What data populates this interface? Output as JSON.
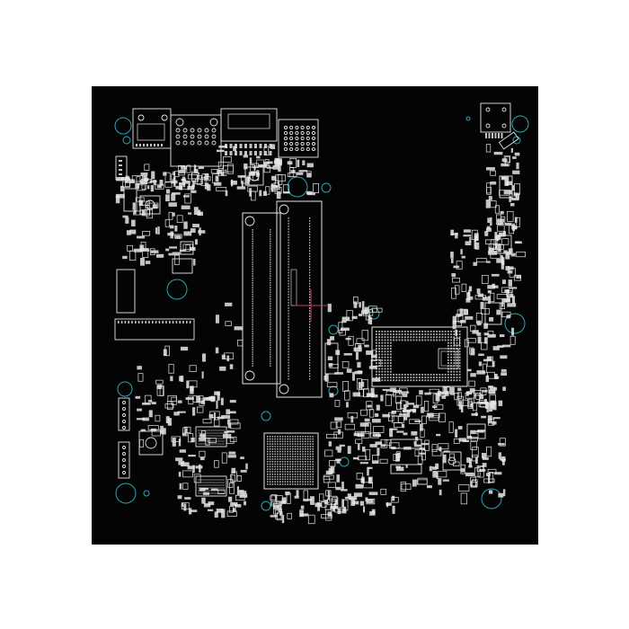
{
  "viewer": {
    "background_color": "#ffffff",
    "board_color": "#040404",
    "outline_color": "#e6e6e6",
    "hole_color": "#2aa6b4",
    "cursor_color": "#c0405a"
  },
  "board": {
    "components": [
      "usb-connector",
      "rj45-connector",
      "hdmi-connector",
      "vga-connector",
      "power-jack",
      "sodimm-slot",
      "sodimm-slot",
      "cpu-bga",
      "pch-bga",
      "m2-slot",
      "fan-header"
    ]
  }
}
